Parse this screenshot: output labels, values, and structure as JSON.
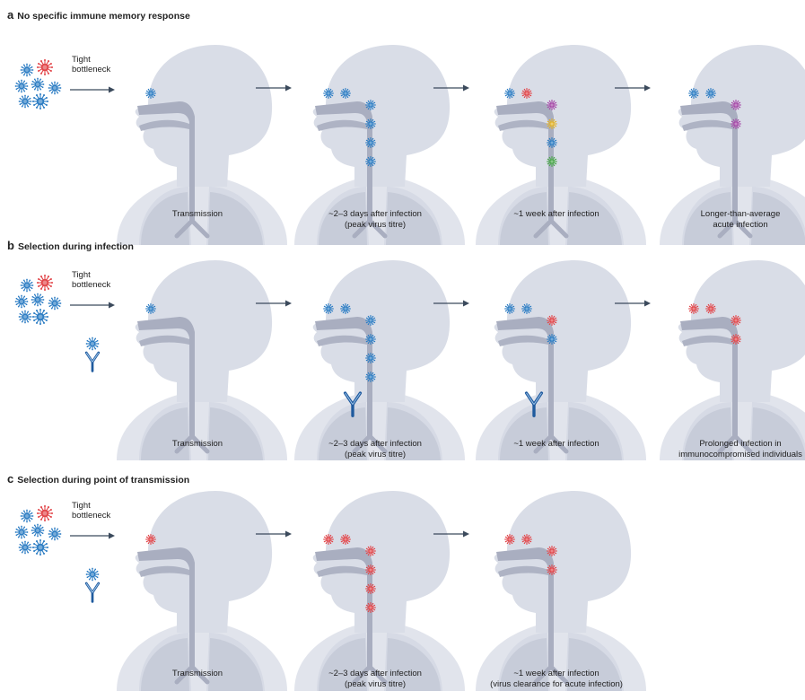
{
  "colors": {
    "silhouette": "#d9dde7",
    "airway": "#a9aec0",
    "lungs": "#c7ccd9",
    "arrow": "#3b4a5c",
    "virus_blue": "#2e7ec4",
    "virus_red": "#e2474b",
    "virus_purple": "#a64aa8",
    "virus_yellow": "#e3b32a",
    "virus_green": "#4aa84a",
    "antibody": "#1f5a9e"
  },
  "panels": [
    {
      "letter": "a",
      "title": "No specific immune memory response",
      "bottleneck_label": [
        "Tight",
        "bottleneck"
      ],
      "inoculum": [
        "blue",
        "red",
        "blue",
        "blue",
        "blue",
        "blue",
        "blue"
      ],
      "inoculum_antibody": null,
      "stages": [
        {
          "caption": [
            "Transmission"
          ],
          "viruses": [
            "blue"
          ],
          "antibody": false
        },
        {
          "caption": [
            "~2–3 days after infection",
            "(peak virus titre)"
          ],
          "viruses": [
            "blue",
            "blue",
            "blue",
            "blue",
            "blue",
            "blue"
          ],
          "antibody": false
        },
        {
          "caption": [
            "~1 week after infection"
          ],
          "viruses": [
            "blue",
            "red",
            "purple",
            "yellow",
            "blue",
            "green"
          ],
          "antibody": false
        },
        {
          "caption": [
            "Longer-than-average",
            "acute infection"
          ],
          "viruses": [
            "blue",
            "blue",
            "purple",
            "purple"
          ],
          "antibody": false
        }
      ]
    },
    {
      "letter": "b",
      "title": "Selection during infection",
      "bottleneck_label": [
        "Tight",
        "bottleneck"
      ],
      "inoculum": [
        "blue",
        "red",
        "blue",
        "blue",
        "blue",
        "blue",
        "blue"
      ],
      "inoculum_antibody": "blue",
      "stages": [
        {
          "caption": [
            "Transmission"
          ],
          "viruses": [
            "blue"
          ],
          "antibody": false
        },
        {
          "caption": [
            "~2–3 days after infection",
            "(peak virus titre)"
          ],
          "viruses": [
            "blue",
            "blue",
            "blue",
            "blue",
            "blue",
            "blue"
          ],
          "antibody": true
        },
        {
          "caption": [
            "~1 week after infection"
          ],
          "viruses": [
            "blue",
            "blue",
            "red",
            "blue"
          ],
          "antibody": true
        },
        {
          "caption": [
            "Prolonged infection in",
            "immunocompromised individuals"
          ],
          "viruses": [
            "red",
            "red",
            "red",
            "red"
          ],
          "antibody": false
        }
      ]
    },
    {
      "letter": "c",
      "title": "Selection during point of transmission",
      "bottleneck_label": [
        "Tight",
        "bottleneck"
      ],
      "inoculum": [
        "blue",
        "red",
        "blue",
        "blue",
        "blue",
        "blue",
        "blue"
      ],
      "inoculum_antibody": "blue",
      "stages": [
        {
          "caption": [
            "Transmission"
          ],
          "viruses": [
            "red"
          ],
          "antibody": false
        },
        {
          "caption": [
            "~2–3 days after infection",
            "(peak virus titre)"
          ],
          "viruses": [
            "red",
            "red",
            "red",
            "red",
            "red",
            "red"
          ],
          "antibody": false
        },
        {
          "caption": [
            "~1 week after infection",
            "(virus clearance for acute infection)"
          ],
          "viruses": [
            "red",
            "red",
            "red",
            "red"
          ],
          "antibody": false
        }
      ]
    }
  ]
}
